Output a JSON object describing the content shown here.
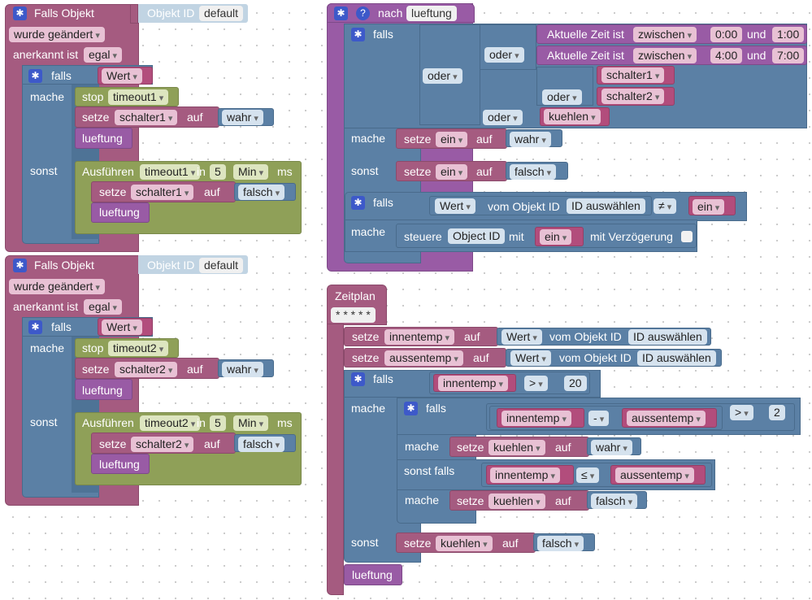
{
  "common": {
    "falls": "falls",
    "mache": "mache",
    "sonst": "sonst",
    "oder": "oder",
    "setze": "setze",
    "auf": "auf",
    "stop": "stop",
    "in": "in",
    "ms": "ms",
    "lueftung": "lueftung",
    "wahr": "wahr",
    "falsch": "falsch",
    "wert": "Wert",
    "und": "und"
  },
  "ev1": {
    "title": "Falls Objekt",
    "objid": "Objekt ID",
    "default": "default",
    "changed": "wurde geändert",
    "ack_label": "anerkannt ist",
    "ack_val": "egal",
    "timer": "timeout1",
    "var": "schalter1",
    "exec": "Ausführen",
    "num": "5",
    "unit": "Min"
  },
  "ev2": {
    "title": "Falls Objekt",
    "objid": "Objekt ID",
    "default": "default",
    "changed": "wurde geändert",
    "ack_label": "anerkannt ist",
    "ack_val": "egal",
    "timer": "timeout2",
    "var": "schalter2",
    "exec": "Ausführen",
    "num": "5",
    "unit": "Min"
  },
  "proc": {
    "title": "nach",
    "name": "lueftung",
    "time_label": "Aktuelle Zeit ist",
    "between": "zwischen",
    "t1a": "0:00",
    "t1b": "1:00",
    "t2a": "4:00",
    "t2b": "7:00",
    "s1": "schalter1",
    "s2": "schalter2",
    "kuehlen": "kuehlen",
    "ein": "ein",
    "neq": "≠",
    "vom": "vom Objekt ID",
    "id_select": "ID auswählen",
    "steuere": "steuere",
    "objid": "Object ID",
    "mit": "mit",
    "delay": "mit Verzögerung"
  },
  "sched": {
    "title": "Zeitplan",
    "cron": "* * * * *",
    "innentemp": "innentemp",
    "aussentemp": "aussentemp",
    "vom": "vom Objekt ID",
    "id_select": "ID auswählen",
    "gt": ">",
    "n20": "20",
    "minus": "-",
    "n2": "2",
    "le": "≤",
    "sonstfalls": "sonst falls",
    "kuehlen": "kuehlen"
  }
}
